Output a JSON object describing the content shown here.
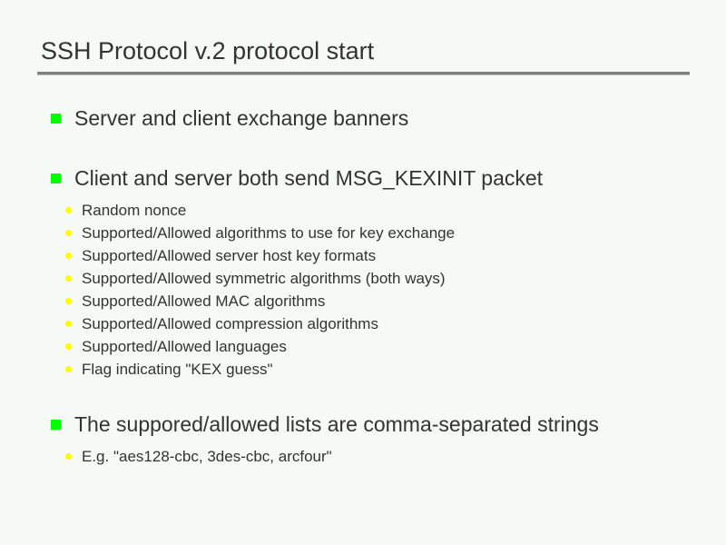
{
  "slide": {
    "title": "SSH Protocol v.2 protocol start",
    "background_color": "#f5faf6",
    "text_color": "#333333",
    "rule_color": "#808080",
    "bullet_level1_color": "#00ff00",
    "bullet_level2_color": "#ffff00",
    "blocks": [
      {
        "level": 1,
        "text": "Server and client exchange banners",
        "children": []
      },
      {
        "level": 1,
        "text": "Client and server both send MSG_KEXINIT packet",
        "children": [
          "Random nonce",
          "Supported/Allowed algorithms to use for key exchange",
          "Supported/Allowed server host key formats",
          "Supported/Allowed symmetric algorithms (both ways)",
          "Supported/Allowed MAC algorithms",
          "Supported/Allowed compression algorithms",
          "Supported/Allowed languages",
          "Flag indicating \"KEX guess\""
        ]
      },
      {
        "level": 1,
        "text": "The suppored/allowed lists are comma-separated strings",
        "children": [
          "E.g. \"aes128-cbc, 3des-cbc, arcfour\""
        ]
      }
    ]
  }
}
